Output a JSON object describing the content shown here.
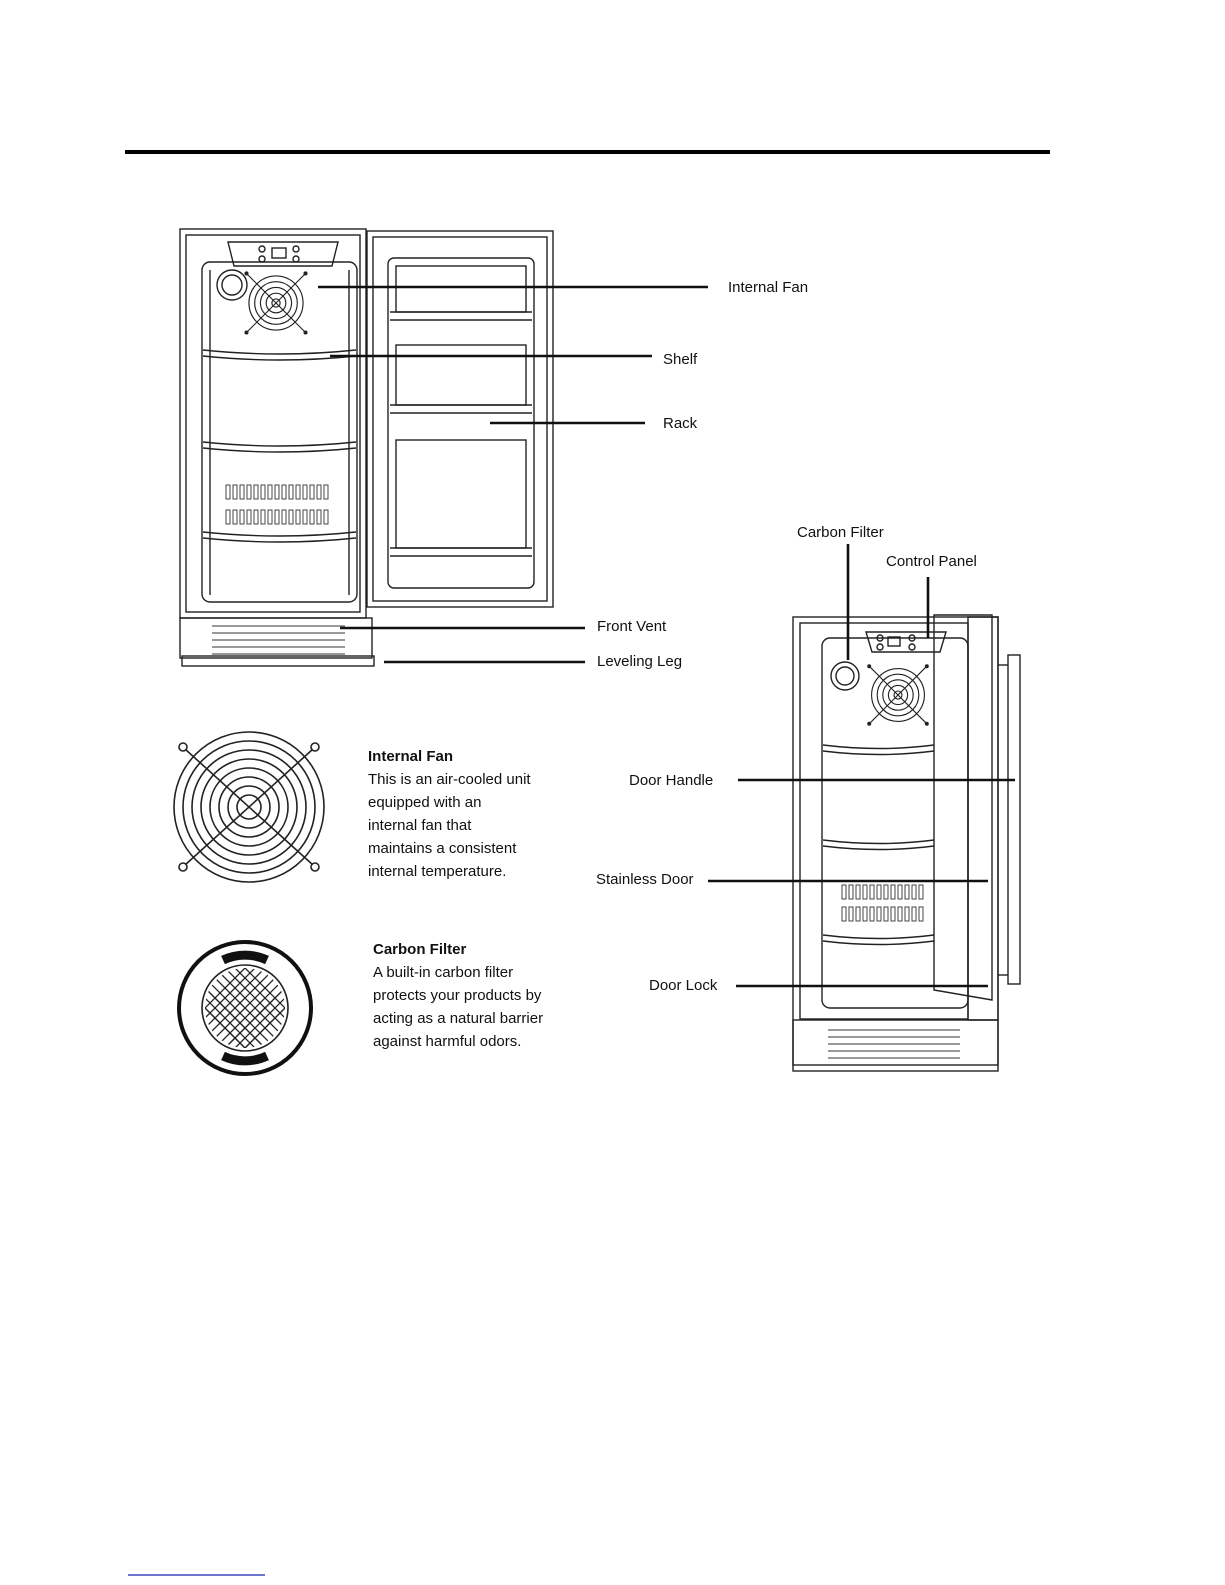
{
  "callouts": {
    "internal_fan": "Internal Fan",
    "shelf": "Shelf",
    "rack": "Rack",
    "front_vent": "Front Vent",
    "leveling_leg": "Leveling Leg",
    "carbon_filter": "Carbon Filter",
    "control_panel": "Control Panel",
    "door_handle": "Door Handle",
    "stainless_door": "Stainless Door",
    "door_lock": "Door Lock"
  },
  "fan_info": {
    "title": "Internal Fan",
    "lines": [
      "This is an air-cooled unit",
      "equipped with an",
      "internal fan that",
      "maintains a consistent",
      "internal temperature."
    ]
  },
  "filter_info": {
    "title": "Carbon Filter",
    "lines": [
      "A built-in carbon filter",
      "protects your products by",
      "acting as a natural barrier",
      "against harmful odors."
    ]
  },
  "colors": {
    "ink": "#111111",
    "line": "#222222",
    "footer_link": "#3b46c4"
  }
}
